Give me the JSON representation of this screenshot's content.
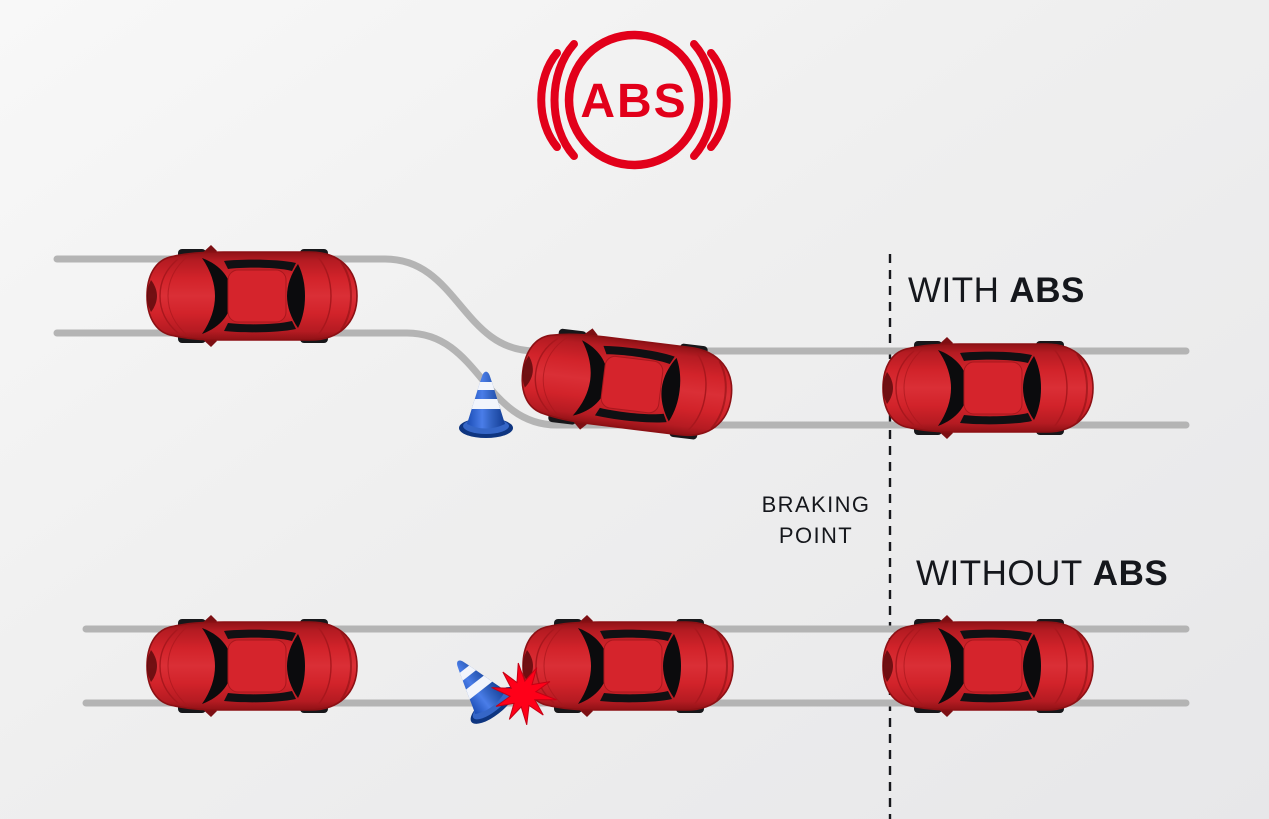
{
  "diagram": {
    "logo": {
      "text": "ABS"
    },
    "sections": {
      "with_abs": {
        "prefix": "WITH",
        "emphasis": "ABS"
      },
      "without_abs": {
        "prefix": "WITHOUT",
        "emphasis": "ABS"
      },
      "braking_point": {
        "line1": "BRAKING",
        "line2": "POINT"
      }
    },
    "colors": {
      "logo_red": "#e2001a",
      "car_red": "#d2232a",
      "car_window_black": "#0b0b0d",
      "track_gray": "#b4b4b4",
      "cone_blue": "#3566c7",
      "cone_stripe_white": "#f2f5fc",
      "crash_red": "#ff0019",
      "dashed_line_black": "#17181c",
      "label_text": "#15171c",
      "background_gray": "#eeeeee"
    },
    "objects": {
      "with_abs_car_positions": 3,
      "without_abs_car_positions": 3,
      "traffic_cones": 2,
      "collision_stars": 1
    }
  }
}
